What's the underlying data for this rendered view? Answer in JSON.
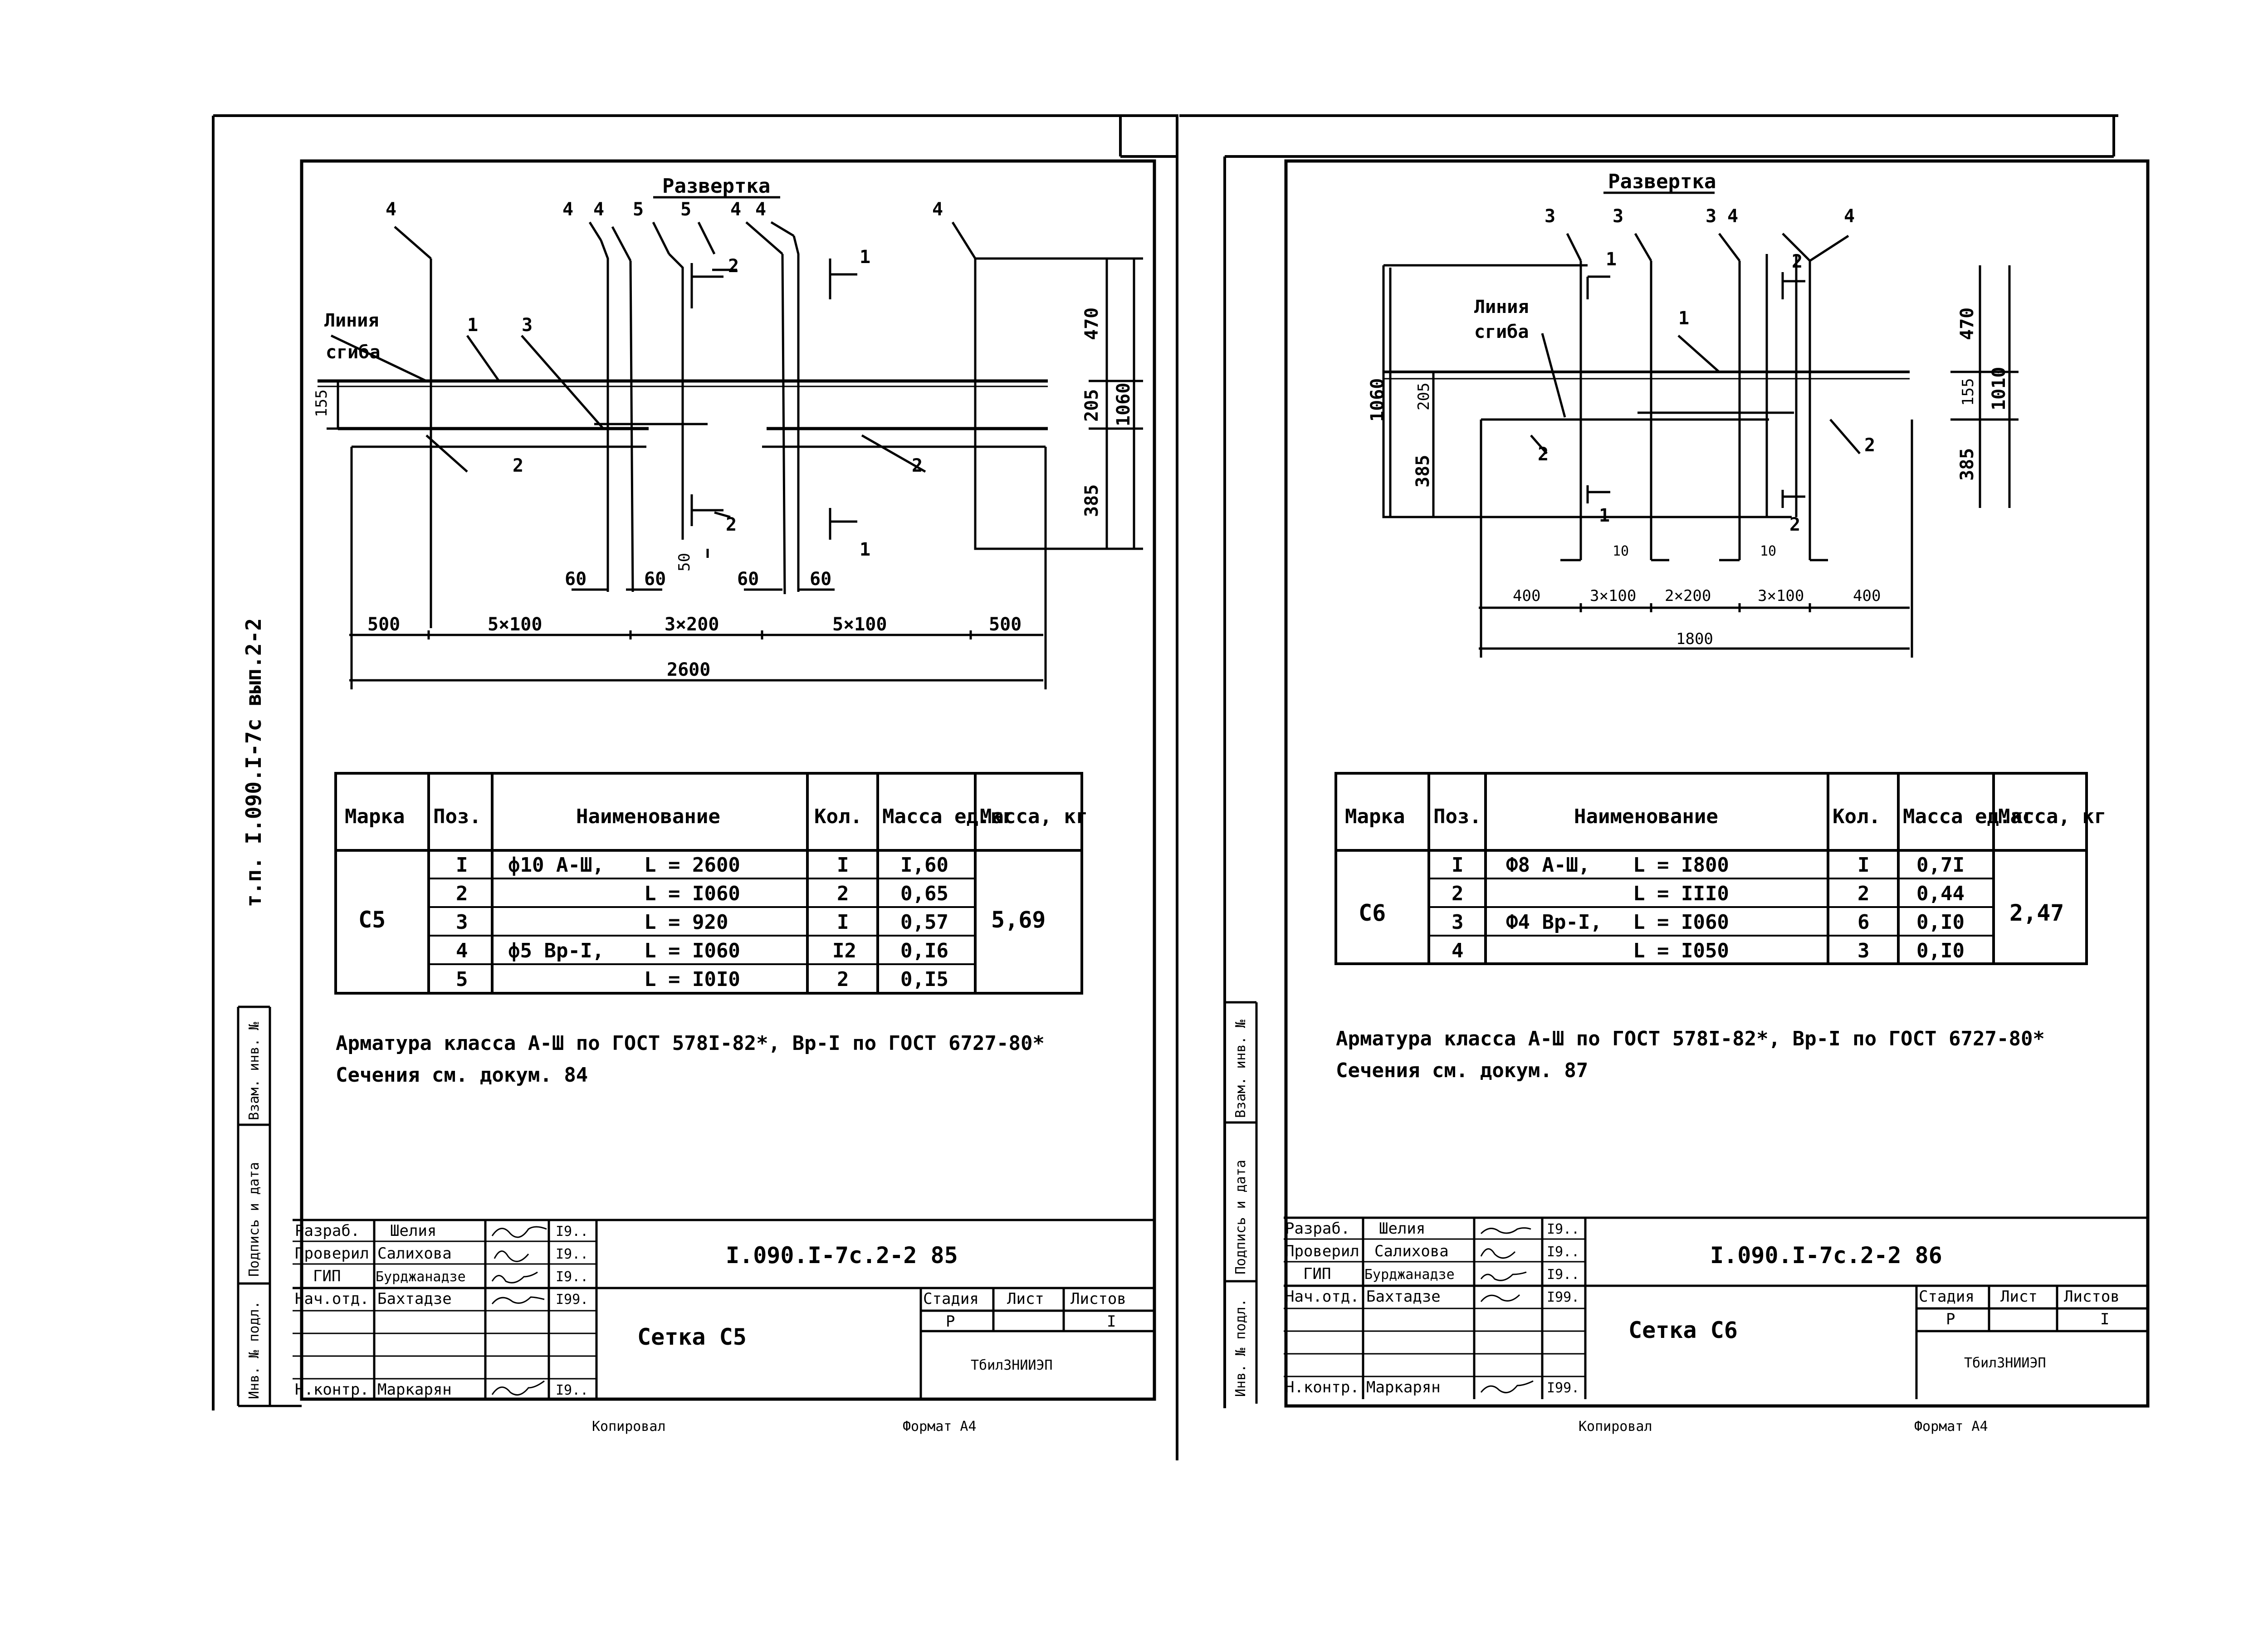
{
  "side_stamp": "т.п. I.090.I-7с вып.2-2",
  "side_labels": [
    "Взам. инв. №",
    "Подпись и дата",
    "Инв. № подл."
  ],
  "copied_label": "Копировал",
  "format_label": "Формат А4",
  "sheets": [
    {
      "drawing": {
        "title": "Развертка",
        "bend_line_label": [
          "Линия",
          "сгиба"
        ],
        "position_marks": [
          "4",
          "4",
          "4",
          "5",
          "5",
          "4",
          "4",
          "4",
          "1",
          "3",
          "2",
          "2"
        ],
        "section_marks": [
          "1",
          "1",
          "2",
          "2"
        ],
        "horizontal_dims": [
          "500",
          "5×100",
          "3×200",
          "5×100",
          "500"
        ],
        "total_width": "2600",
        "gap_dims": [
          "60",
          "60",
          "60",
          "60"
        ],
        "small_dim": "50",
        "vertical_dims": [
          "470",
          "205",
          "385"
        ],
        "total_height": "1060",
        "left_dim": "155"
      },
      "spec_table": {
        "headers": [
          "Марка",
          "Поз.",
          "Наименование",
          "Кол.",
          "Масса ед.кг",
          "Масса, кг"
        ],
        "mark": "С5",
        "total_mass": "5,69",
        "rows": [
          {
            "pos": "I",
            "name": "ф10 А-Ш,",
            "length": "L = 2600",
            "qty": "I",
            "unit_mass": "I,60"
          },
          {
            "pos": "2",
            "name": "",
            "length": "L = I060",
            "qty": "2",
            "unit_mass": "0,65"
          },
          {
            "pos": "3",
            "name": "",
            "length": "L = 920",
            "qty": "I",
            "unit_mass": "0,57"
          },
          {
            "pos": "4",
            "name": "ф5 Вр-I,",
            "length": "L = I060",
            "qty": "I2",
            "unit_mass": "0,I6"
          },
          {
            "pos": "5",
            "name": "",
            "length": "L = I0I0",
            "qty": "2",
            "unit_mass": "0,I5"
          }
        ]
      },
      "notes": [
        "Арматура класса А-Ш по ГОСТ 578I-82*, Вр-I по ГОСТ 6727-80*",
        "Сечения см. докум. 84"
      ],
      "title_block": {
        "doc_code": "I.090.I-7с.2-2 85",
        "sheet_name": "Сетка С5",
        "roles": [
          "Разраб.",
          "Проверил",
          "ГИП",
          "Нач.отд.",
          "",
          "",
          "Н.контр."
        ],
        "names": [
          "Шелия",
          "Салихова",
          "Бурджанадзе",
          "Бахтадзе",
          "",
          "",
          "Маркарян"
        ],
        "dates": [
          "I9..",
          "I9..",
          "I9..",
          "I99.",
          "",
          "",
          "I9.."
        ],
        "stage_headers": [
          "Стадия",
          "Лист",
          "Листов"
        ],
        "stage_values": [
          "Р",
          "",
          "I"
        ],
        "organization": "ТбилЗНИИЭП"
      }
    },
    {
      "drawing": {
        "title": "Развертка",
        "bend_line_label": [
          "Линия",
          "сгиба"
        ],
        "position_marks": [
          "3",
          "3",
          "3",
          "4",
          "4",
          "1",
          "2",
          "2"
        ],
        "section_marks": [
          "1",
          "1",
          "2",
          "2"
        ],
        "horizontal_dims": [
          "400",
          "3×100",
          "2×200",
          "3×100",
          "400"
        ],
        "total_width": "1800",
        "gap_dims": [
          "10",
          "10"
        ],
        "vertical_dims": [
          "470",
          "155",
          "385"
        ],
        "total_height_right": "1010",
        "left_dims": [
          "1060",
          "205",
          "385"
        ]
      },
      "spec_table": {
        "headers": [
          "Марка",
          "Поз.",
          "Наименование",
          "Кол.",
          "Масса ед.кг",
          "Масса, кг"
        ],
        "mark": "С6",
        "total_mass": "2,47",
        "rows": [
          {
            "pos": "I",
            "name": "Ф8 А-Ш,",
            "length": "L = I800",
            "qty": "I",
            "unit_mass": "0,7I"
          },
          {
            "pos": "2",
            "name": "",
            "length": "L = III0",
            "qty": "2",
            "unit_mass": "0,44"
          },
          {
            "pos": "3",
            "name": "Ф4 Вр-I,",
            "length": "L = I060",
            "qty": "6",
            "unit_mass": "0,I0"
          },
          {
            "pos": "4",
            "name": "",
            "length": "L = I050",
            "qty": "3",
            "unit_mass": "0,I0"
          }
        ]
      },
      "notes": [
        "Арматура класса А-Ш по ГОСТ 578I-82*, Вр-I по ГОСТ 6727-80*",
        "Сечения см. докум. 87"
      ],
      "title_block": {
        "doc_code": "I.090.I-7с.2-2 86",
        "sheet_name": "Сетка С6",
        "roles": [
          "Разраб.",
          "Проверил",
          "ГИП",
          "Нач.отд.",
          "",
          "",
          "Н.контр."
        ],
        "names": [
          "Шелия",
          "Салихова",
          "Бурджанадзе",
          "Бахтадзе",
          "",
          "",
          "Маркарян"
        ],
        "dates": [
          "I9..",
          "I9..",
          "I9..",
          "I99.",
          "",
          "",
          "I99."
        ],
        "stage_headers": [
          "Стадия",
          "Лист",
          "Листов"
        ],
        "stage_values": [
          "Р",
          "",
          "I"
        ],
        "organization": "ТбилЗНИИЭП"
      }
    }
  ]
}
